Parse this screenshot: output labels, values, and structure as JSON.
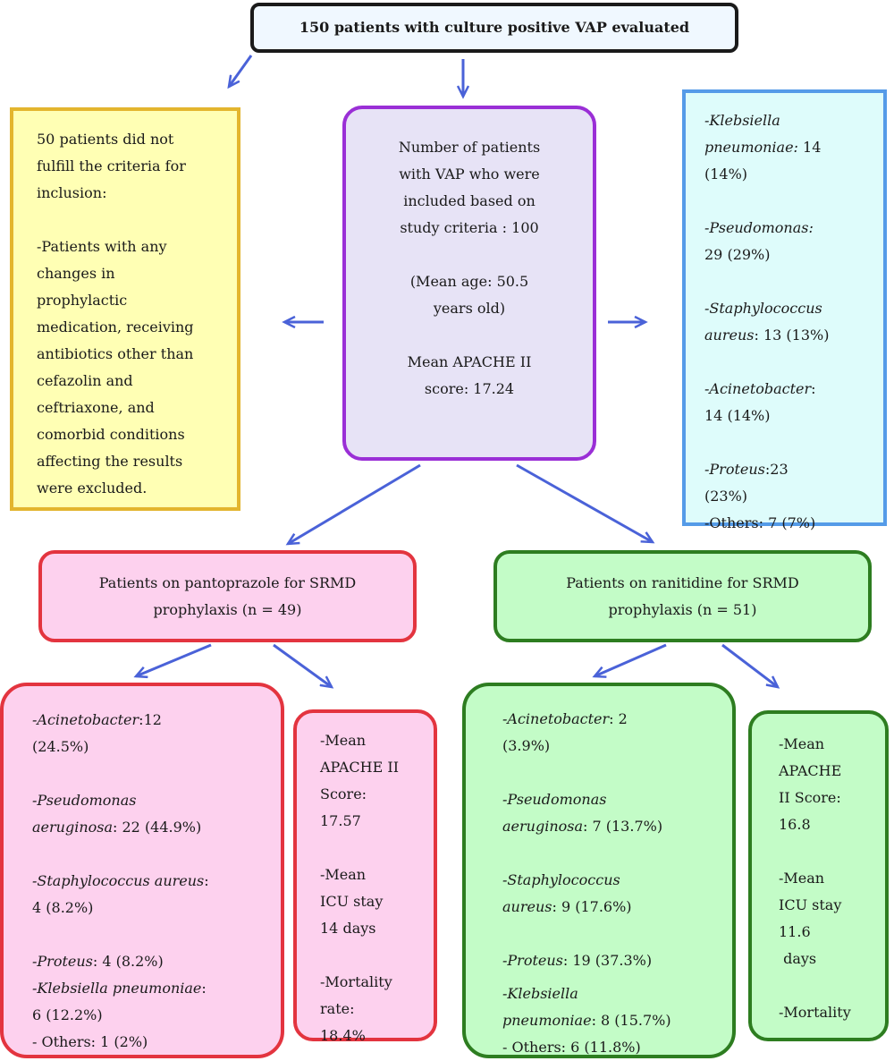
{
  "top": {
    "title": "150 patients with culture positive VAP evaluated"
  },
  "excluded": {
    "lines": [
      "50 patients did not",
      "fulfill the criteria for",
      "inclusion:"
    ],
    "detail": [
      "-Patients with any",
      "changes in",
      "prophylactic",
      "medication, receiving",
      "antibiotics other than",
      "cefazolin and",
      "ceftriaxone, and",
      "comorbid conditions",
      "affecting the results",
      "were excluded."
    ]
  },
  "included": {
    "lines": [
      "Number of patients",
      "with VAP who were",
      "included based on",
      "study criteria : 100"
    ],
    "age": [
      "(Mean age: 50.5",
      "years old)"
    ],
    "apache": [
      "Mean APACHE II",
      "score: 17.24"
    ]
  },
  "organisms": {
    "klebsiella": [
      "-Klebsiella",
      "pneumoniae:",
      " 14",
      "(14%)"
    ],
    "pseudomonas": [
      "-Pseudomonas:",
      "29 (29%)"
    ],
    "staph": [
      "-Staphylococcus",
      "aureus",
      ": 13 (13%)"
    ],
    "acinetobacter": [
      "-Acinetobacter",
      ":",
      "14 (14%)"
    ],
    "proteus": [
      "-Proteus",
      ":23",
      "(23%)"
    ],
    "others": "-Others: 7 (7%)"
  },
  "pantoprazole": {
    "lines": [
      "Patients on pantoprazole for SRMD",
      "prophylaxis (n = 49)"
    ]
  },
  "ranitidine": {
    "lines": [
      "Patients on ranitidine for SRMD",
      "prophylaxis (n = 51)"
    ]
  },
  "panto_orgs": {
    "acinetobacter": [
      "-Acinetobacter",
      ":12",
      "(24.5%)"
    ],
    "pseudomonas": [
      "-Pseudomonas",
      "aeruginosa",
      ": 22 (44.9%)"
    ],
    "staph": [
      "-Staphylococcus aureus",
      ":",
      "4 (8.2%)"
    ],
    "proteus": [
      "-Proteus",
      ": 4 (8.2%)"
    ],
    "klebsiella": [
      "-Klebsiella pneumoniae",
      ":",
      "6 (12.2%)"
    ],
    "others": "- Others: 1 (2%)"
  },
  "panto_stats": {
    "apache": [
      "-Mean",
      "APACHE II",
      "Score:",
      "17.57"
    ],
    "icu": [
      "-Mean",
      "ICU stay",
      "14 days"
    ],
    "mortality": [
      "-Mortality",
      "rate:",
      "18.4%"
    ]
  },
  "rani_orgs": {
    "acinetobacter": [
      "-Acinetobacter",
      ": 2",
      "(3.9%)"
    ],
    "pseudomonas": [
      "-Pseudomonas",
      "aeruginosa",
      ": 7 (13.7%)"
    ],
    "staph": [
      "-Staphylococcus",
      "aureus",
      ": 9 (17.6%)"
    ],
    "proteus": [
      "-Proteus",
      ": 19 (37.3%)"
    ],
    "klebsiella": [
      "-Klebsiella",
      "pneumoniae",
      ": 8 (15.7%)"
    ],
    "others": "- Others: 6 (11.8%)"
  },
  "rani_stats": {
    "apache": [
      "-Mean",
      "APACHE",
      "II Score:",
      "16.8"
    ],
    "icu": [
      "-Mean",
      "ICU stay",
      "11.6",
      " days"
    ],
    "mortality": "-Mortality"
  },
  "colors": {
    "arrow": "#4a62d8",
    "yellow_fill": "#ffffb4",
    "yellow_border": "#e3b52e",
    "purple_fill": "#e7e3f6",
    "purple_border": "#9a2fd6",
    "cyan_fill": "#defcfb",
    "cyan_border": "#559be8",
    "pink_fill": "#fdd1ee",
    "red_border": "#e3343f",
    "green_fill": "#c3fcc7",
    "green_border": "#2d7d20"
  }
}
